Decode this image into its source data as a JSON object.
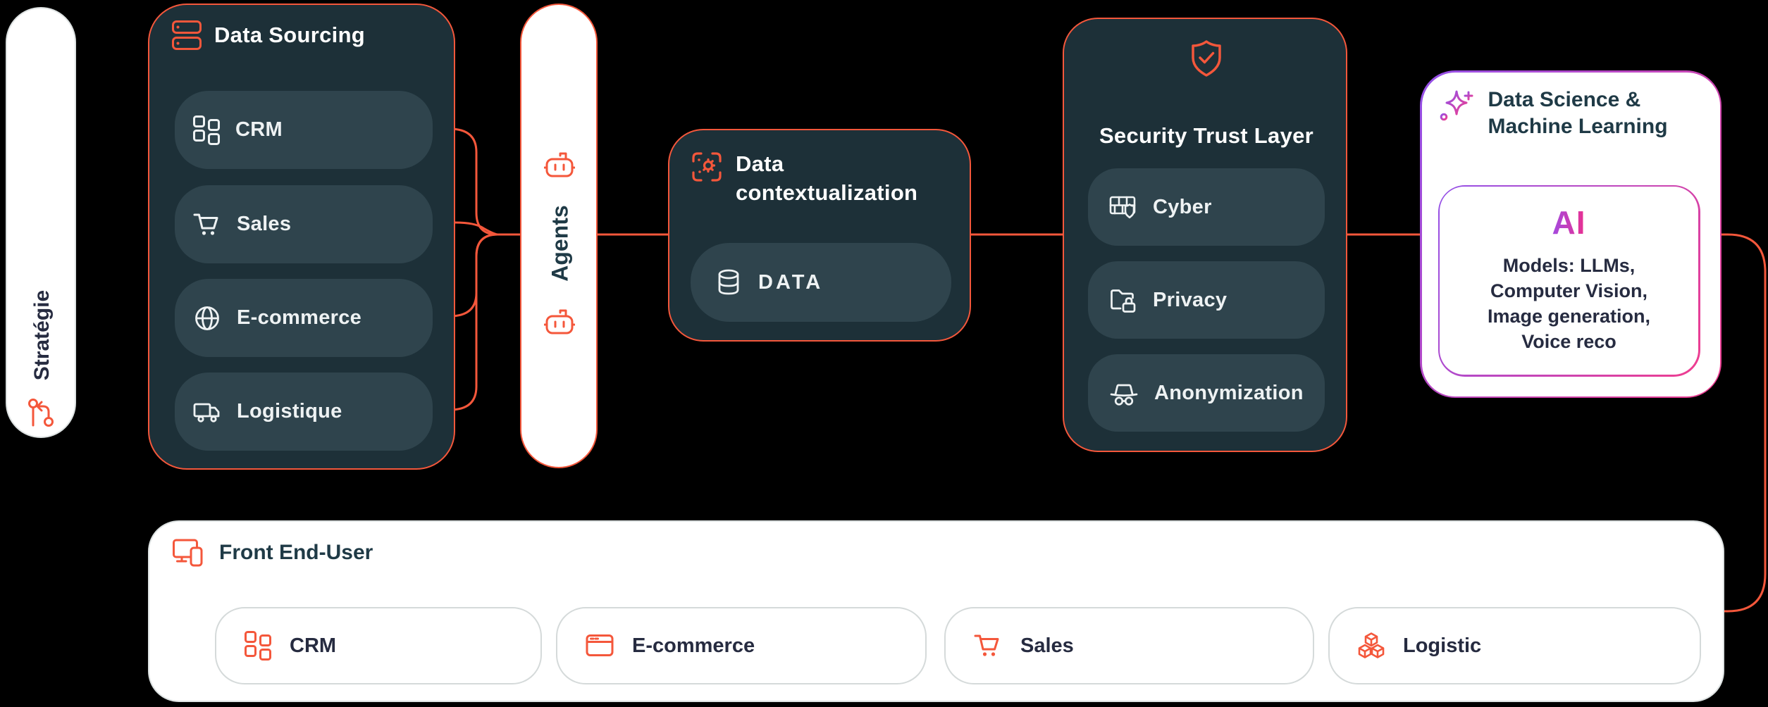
{
  "colors": {
    "accent_orange": "#f4573b",
    "dark_card": "#1d3038",
    "dark_pill": "#2f444d",
    "navy_text": "#262b40",
    "teal_text": "#1f3a46",
    "gradient_purple": "#9350e8",
    "gradient_pink": "#ef3d8f",
    "pill_border": "#d5dada"
  },
  "strategy": {
    "label": "Stratégie",
    "icon": "git-branch-icon"
  },
  "data_sourcing": {
    "title": "Data Sourcing",
    "icon": "server-icon",
    "items": [
      {
        "label": "CRM",
        "icon": "grid-icon"
      },
      {
        "label": "Sales",
        "icon": "cart-icon"
      },
      {
        "label": "E-commerce",
        "icon": "globe-icon"
      },
      {
        "label": "Logistique",
        "icon": "truck-icon"
      }
    ]
  },
  "agents": {
    "label": "Agents",
    "icon": "robot-icon"
  },
  "data_contextualization": {
    "title": "Data contextualization",
    "icon": "process-gear-icon",
    "items": [
      {
        "label": "DATA",
        "icon": "database-icon"
      }
    ]
  },
  "security": {
    "title": "Security Trust Layer",
    "icon": "shield-check-icon",
    "items": [
      {
        "label": "Cyber",
        "icon": "firewall-shield-icon"
      },
      {
        "label": "Privacy",
        "icon": "folder-lock-icon"
      },
      {
        "label": "Anonymization",
        "icon": "incognito-icon"
      }
    ]
  },
  "data_science": {
    "title": "Data Science & Machine Learning",
    "icon": "ai-sparkle-icon",
    "ai_label": "AI",
    "ai_models": "Models: LLMs,\nComputer Vision,\nImage generation,\nVoice reco"
  },
  "front_end": {
    "title": "Front End-User",
    "icon": "devices-icon",
    "items": [
      {
        "label": "CRM",
        "icon": "grid-icon"
      },
      {
        "label": "E-commerce",
        "icon": "browser-icon"
      },
      {
        "label": "Sales",
        "icon": "cart-icon"
      },
      {
        "label": "Logistic",
        "icon": "cubes-icon"
      }
    ]
  }
}
